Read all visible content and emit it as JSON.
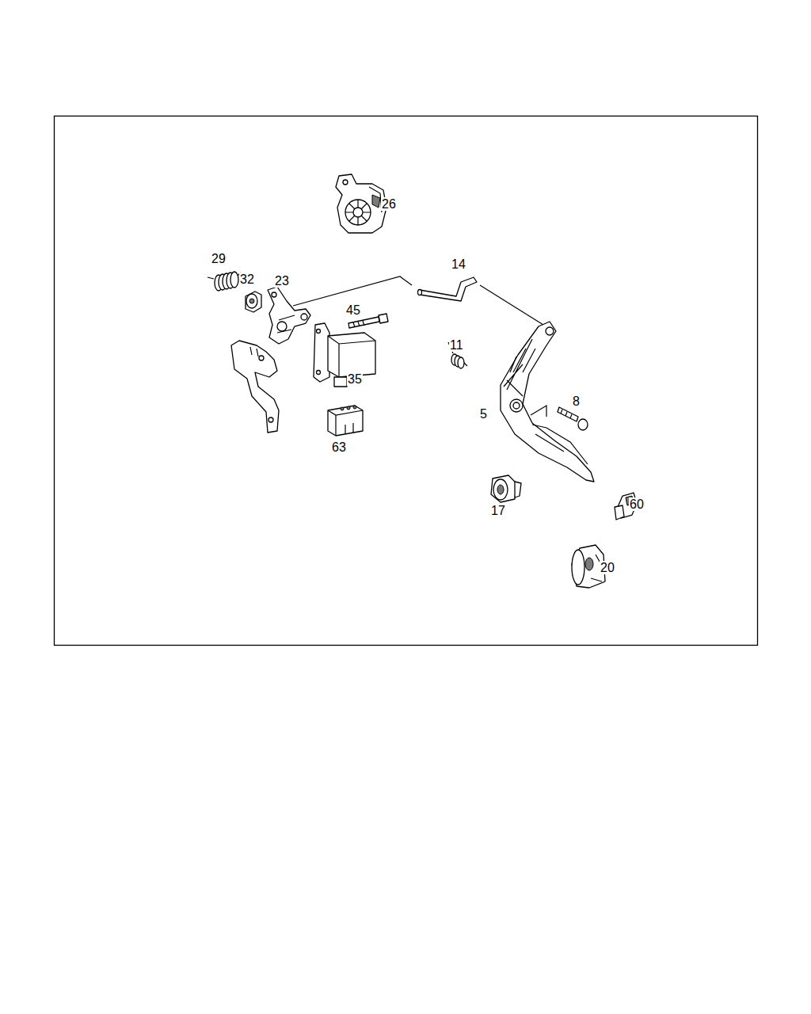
{
  "diagram": {
    "labels": [
      "26",
      "29",
      "32",
      "23",
      "14",
      "45",
      "11",
      "35",
      "8",
      "5",
      "63",
      "17",
      "60",
      "20"
    ]
  }
}
